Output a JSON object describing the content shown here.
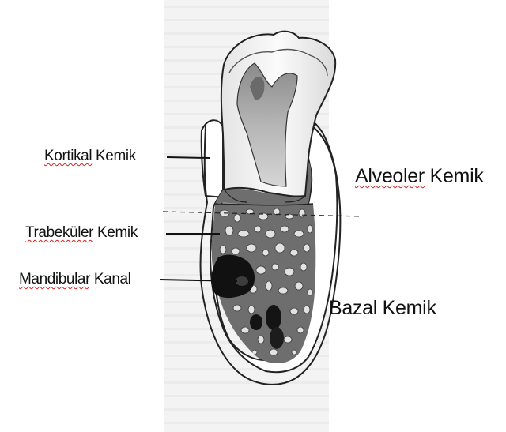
{
  "labels": {
    "kortikal": {
      "first": "Kortikal",
      "second": " Kemik"
    },
    "trabekuler": {
      "first": "Trabeküler",
      "second": " Kemik"
    },
    "mandibular": {
      "first": "Mandibular",
      "second": " Kanal"
    },
    "alveoler": {
      "first": "Alveoler",
      "second": " Kemik"
    },
    "bazal": {
      "first": "Bazal Kemik"
    }
  },
  "colors": {
    "spellcheck_underline": "#d42020",
    "background_text_block": "#f1f1f1",
    "trabecular_bone": "#6e6e6e",
    "canal": "#111111"
  }
}
